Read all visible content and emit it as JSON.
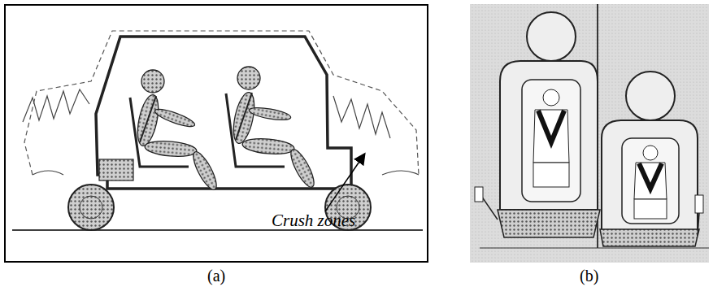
{
  "diagram": {
    "nodes": [
      {
        "text": [
          "Crush zones"
        ]
      }
    ],
    "labels": [
      "(a)",
      "(b)"
    ]
  }
}
